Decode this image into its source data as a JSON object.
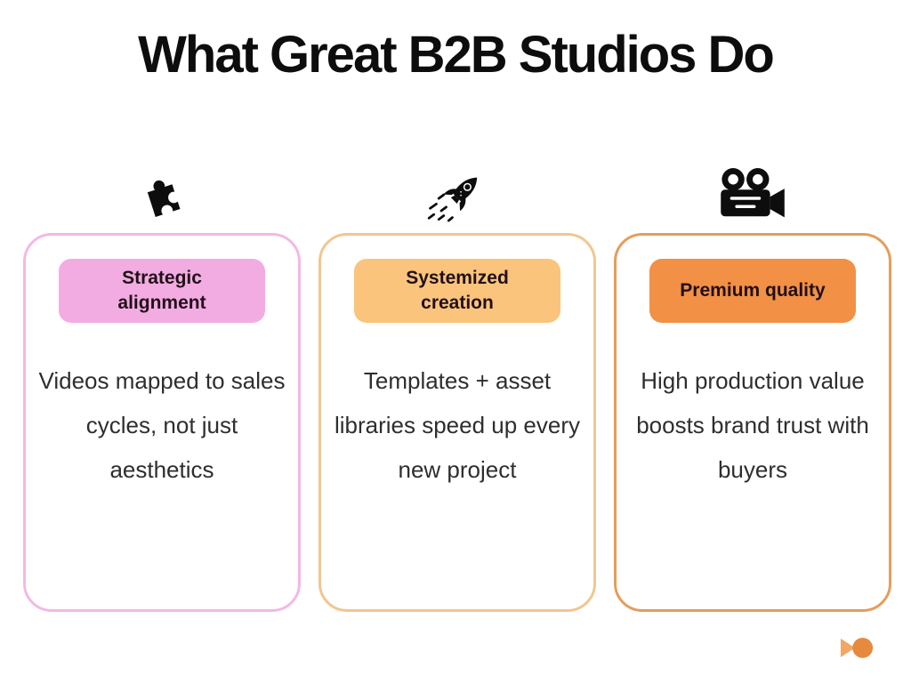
{
  "slide": {
    "title": "What Great B2B Studios Do",
    "background_color": "#ffffff",
    "title_color": "#0d0d0d",
    "body_text_color": "#2e2e2e",
    "columns": [
      {
        "icon": "puzzle-piece-icon",
        "badge_label": "Strategic alignment",
        "body": "Videos mapped to sales cycles, not just aesthetics",
        "border_color": "#f3b9e5",
        "badge_color": "#f2ace2"
      },
      {
        "icon": "rocket-icon",
        "badge_label": "Systemized creation",
        "body": "Templates + asset libraries speed up every new project",
        "border_color": "#f2c690",
        "badge_color": "#fac47c"
      },
      {
        "icon": "movie-camera-icon",
        "badge_label": "Premium quality",
        "body": "High production value boosts brand trust with buyers",
        "border_color": "#e59d5c",
        "badge_color": "#f29045"
      }
    ],
    "logo": {
      "name": "brand-logo",
      "triangle_color": "#f2a765",
      "circle_color": "#e68a3e"
    }
  }
}
